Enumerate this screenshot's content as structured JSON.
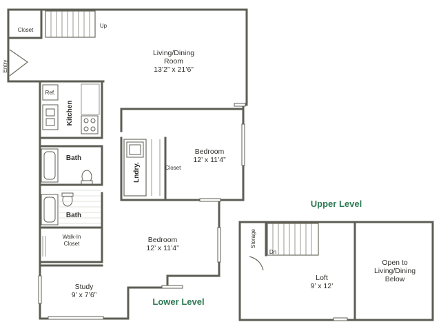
{
  "rooms": {
    "closet_entry": "Closet",
    "up": "Up",
    "entry": "Entry",
    "living_name_1": "Living/Dining",
    "living_name_2": "Room",
    "living_dims": "13’2” x 21’6”",
    "ref": "Ref.",
    "kitchen": "Kitchen",
    "bedroom1_name": "Bedroom",
    "bedroom1_dims": "12’ x 11’4”",
    "laundry": "Lndry.",
    "closet_bedroom": "Closet",
    "bath1": "Bath",
    "bath2": "Bath",
    "walkin_1": "Walk-In",
    "walkin_2": "Closet",
    "bedroom2_name": "Bedroom",
    "bedroom2_dims": "12’ x 11’4”",
    "study_name": "Study",
    "study_dims": "9’ x 7’6”",
    "storage": "Storage",
    "dn": "Dn",
    "loft_name": "Loft",
    "loft_dims": "9’ x 12’",
    "open_1": "Open to",
    "open_2": "Living/Dining",
    "open_3": "Below"
  },
  "levels": {
    "lower": "Lower Level",
    "upper": "Upper Level"
  },
  "colors": {
    "wall": "#5d5d55",
    "level_label": "#2e7a54",
    "text": "#2e2e2a"
  }
}
